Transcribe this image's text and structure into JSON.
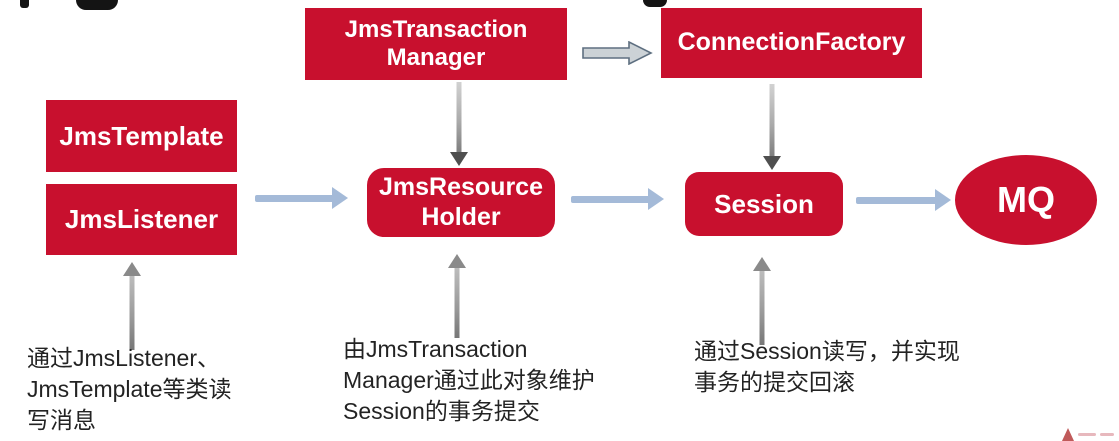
{
  "colors": {
    "node_red": "#C8102E",
    "node_text": "#ffffff",
    "arrow_blue": "#A4BAD8",
    "arrow_gray": "#8a8a8a",
    "annotation_text": "#232323",
    "background": "#ffffff"
  },
  "nodes": {
    "jms_transaction_manager": {
      "line1": "JmsTransaction",
      "line2": "Manager"
    },
    "connection_factory": {
      "label": "ConnectionFactory"
    },
    "jms_template": {
      "label": "JmsTemplate"
    },
    "jms_listener": {
      "label": "JmsListener"
    },
    "jms_resource_holder": {
      "line1": "JmsResource",
      "line2": "Holder"
    },
    "session": {
      "label": "Session"
    },
    "mq": {
      "label": "MQ"
    }
  },
  "annotations": {
    "listener_note": {
      "line1": "通过JmsListener、",
      "line2": "JmsTemplate等类读",
      "line3": "写消息"
    },
    "holder_note": {
      "line1": "由JmsTransaction",
      "line2": "Manager通过此对象维护",
      "line3": "Session的事务提交"
    },
    "session_note": {
      "line1": "通过Session读写，并实现",
      "line2": "事务的提交回滚"
    }
  }
}
